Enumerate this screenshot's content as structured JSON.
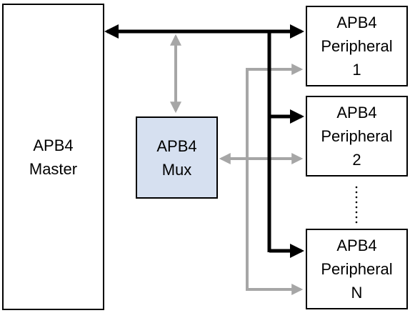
{
  "blocks": {
    "master": {
      "line1": "APB4",
      "line2": "Master"
    },
    "mux": {
      "line1": "APB4",
      "line2": "Mux",
      "fill": "#d6e0f0"
    },
    "peripheral_1": {
      "line1": "APB4",
      "line2": "Peripheral",
      "line3": "1"
    },
    "peripheral_2": {
      "line1": "APB4",
      "line2": "Peripheral",
      "line3": "2"
    },
    "peripheral_n": {
      "line1": "APB4",
      "line2": "Peripheral",
      "line3": "N"
    }
  },
  "colors": {
    "primary_bus": "#000000",
    "select_bus": "#a6a6a6",
    "border": "#000000"
  }
}
